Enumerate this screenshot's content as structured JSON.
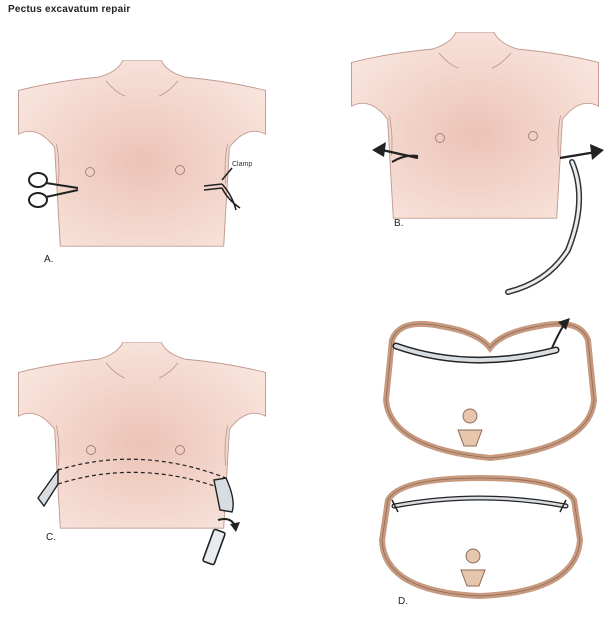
{
  "title": "Pectus excavatum repair",
  "panels": {
    "a": {
      "label": "A.",
      "callout": "Clamp"
    },
    "b": {
      "label": "B."
    },
    "c": {
      "label": "C."
    },
    "d": {
      "label": "D."
    }
  },
  "colors": {
    "skin": "#f6ded6",
    "skin_center": "#edc8bc",
    "outline": "#b08a80",
    "rib": "#e6c6ac",
    "rib_outline": "#b88a70",
    "bar": "#d8dde2",
    "ink": "#222222"
  }
}
